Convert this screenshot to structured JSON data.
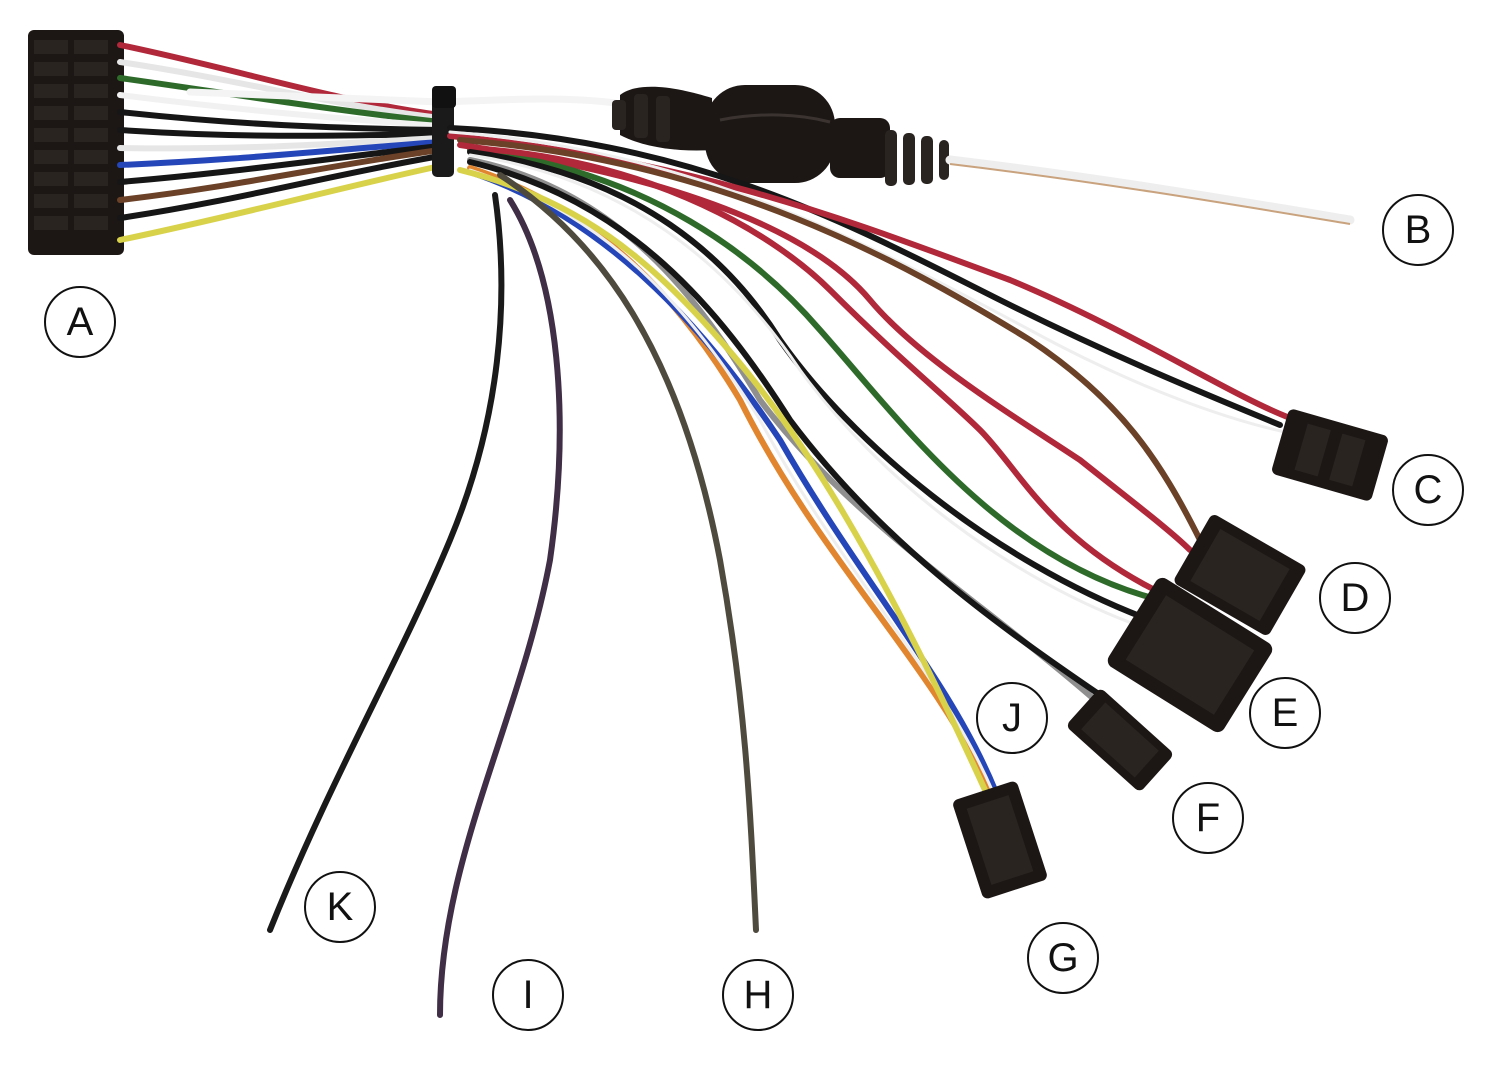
{
  "labels": {
    "A": "A",
    "B": "B",
    "C": "C",
    "D": "D",
    "E": "E",
    "F": "F",
    "G": "G",
    "H": "H",
    "I": "I",
    "J": "J",
    "K": "K"
  },
  "wire_colors": {
    "red": "#b0283a",
    "black": "#161616",
    "white": "#f1f1f1",
    "green": "#2e6b2a",
    "blue": "#2546b8",
    "brown": "#6b4127",
    "yellow": "#d8d24a",
    "orange": "#e1862f",
    "grey": "#8f8f8f",
    "purple": "#3f2e45",
    "connector": "#1c1715"
  }
}
